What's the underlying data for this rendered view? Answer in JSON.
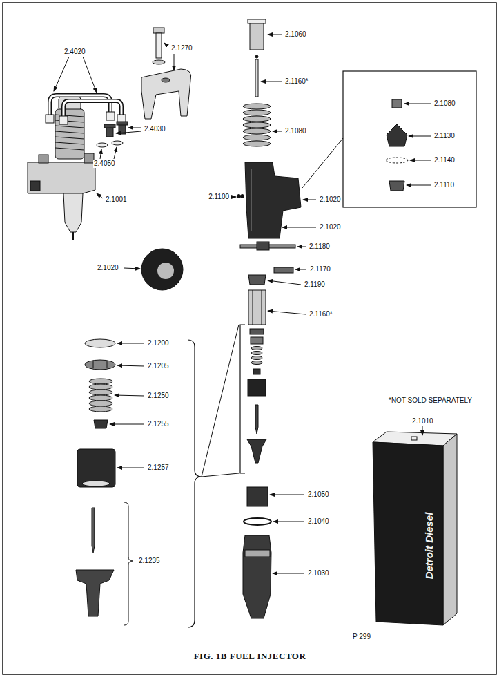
{
  "diagram": {
    "caption": "FIG. 1B FUEL INJECTOR",
    "labels": [
      "2.1060",
      "2.4020",
      "2.1270",
      "2.1160*",
      "2.1080",
      "2.4030",
      "2.1080",
      "2.1130",
      "2.4050",
      "2.1140",
      "2.1110",
      "2.1001",
      "2.1100",
      "2.1020",
      "2.1020",
      "2.1180",
      "2.1020",
      "2.1170",
      "2.1190",
      "2.1160*",
      "2.1200",
      "2.1205",
      "2.1250",
      "*NOT SOLD SEPARATELY",
      "2.1255",
      "2.1010",
      "2.1257",
      "2.1050",
      "2.1040",
      "2.1235",
      "2.1030",
      "Detroit Diesel",
      "P 299"
    ]
  }
}
